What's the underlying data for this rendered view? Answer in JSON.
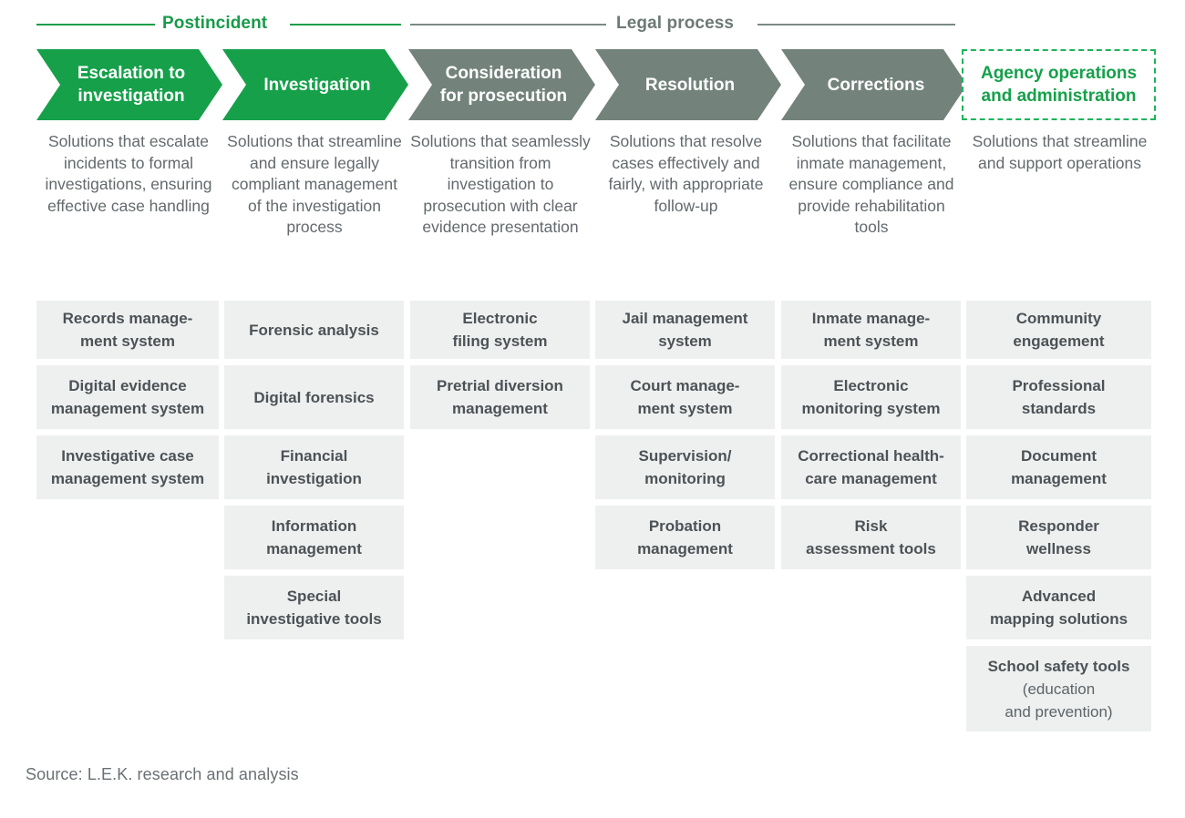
{
  "phases": [
    {
      "label": "Postincident",
      "color": "#179b49",
      "style": "green"
    },
    {
      "label": "Legal process",
      "color": "#6c7a74",
      "style": "gray"
    }
  ],
  "stages": [
    {
      "title": "Escalation to investigation",
      "style": "green",
      "description": "Solutions that escalate incidents to formal investigations, ensuring effective case handling"
    },
    {
      "title": "Investigation",
      "style": "green",
      "description": "Solutions that streamline and ensure legally compliant management of the investigation process"
    },
    {
      "title": "Consideration for prosecution",
      "style": "gray",
      "description": "Solutions that seamlessly transition from investigation to prosecution with clear evidence presentation"
    },
    {
      "title": "Resolution",
      "style": "gray",
      "description": "Solutions that resolve cases effectively and fairly, with appropriate follow-up"
    },
    {
      "title": "Corrections",
      "style": "gray",
      "description": "Solutions that facilitate inmate management, ensure compliance and provide rehabilitation tools"
    },
    {
      "title": "Agency operations and administration",
      "style": "dashed",
      "description": "Solutions that streamline and support operations"
    }
  ],
  "columns": [
    {
      "items": [
        {
          "text": "Records manage-\nment system"
        },
        {
          "text": "Digital evidence\nmanagement system"
        },
        {
          "text": "Investigative case\nmanagement system"
        }
      ]
    },
    {
      "items": [
        {
          "text": "Forensic analysis"
        },
        {
          "text": "Digital forensics"
        },
        {
          "text": "Financial\ninvestigation"
        },
        {
          "text": "Information\nmanagement"
        },
        {
          "text": "Special\ninvestigative tools"
        }
      ]
    },
    {
      "items": [
        {
          "text": "Electronic\nfiling system"
        },
        {
          "text": "Pretrial diversion\nmanagement"
        }
      ]
    },
    {
      "items": [
        {
          "text": "Jail management\nsystem"
        },
        {
          "text": "Court manage-\nment system"
        },
        {
          "text": "Supervision/\nmonitoring"
        },
        {
          "text": "Probation\nmanagement"
        }
      ]
    },
    {
      "items": [
        {
          "text": "Inmate manage-\nment system"
        },
        {
          "text": "Electronic\nmonitoring system"
        },
        {
          "text": "Correctional health-\ncare management"
        },
        {
          "text": "Risk\nassessment tools"
        }
      ]
    },
    {
      "items": [
        {
          "text": "Community\nengagement"
        },
        {
          "text": "Professional\nstandards"
        },
        {
          "text": "Document\nmanagement"
        },
        {
          "text": "Responder\nwellness"
        },
        {
          "text": "Advanced\nmapping solutions"
        },
        {
          "text": "School safety tools",
          "sub": "(education\nand prevention)"
        }
      ]
    }
  ],
  "source": "Source: L.E.K. research and analysis",
  "colors": {
    "green": "#16a04a",
    "green_text": "#179b49",
    "gray_chevron": "#73837c",
    "gray_text": "#6c7a74",
    "card_bg": "#eef0ef",
    "card_text": "#4c5256",
    "body_text": "#63696d",
    "dashed_border": "#1db35a"
  }
}
